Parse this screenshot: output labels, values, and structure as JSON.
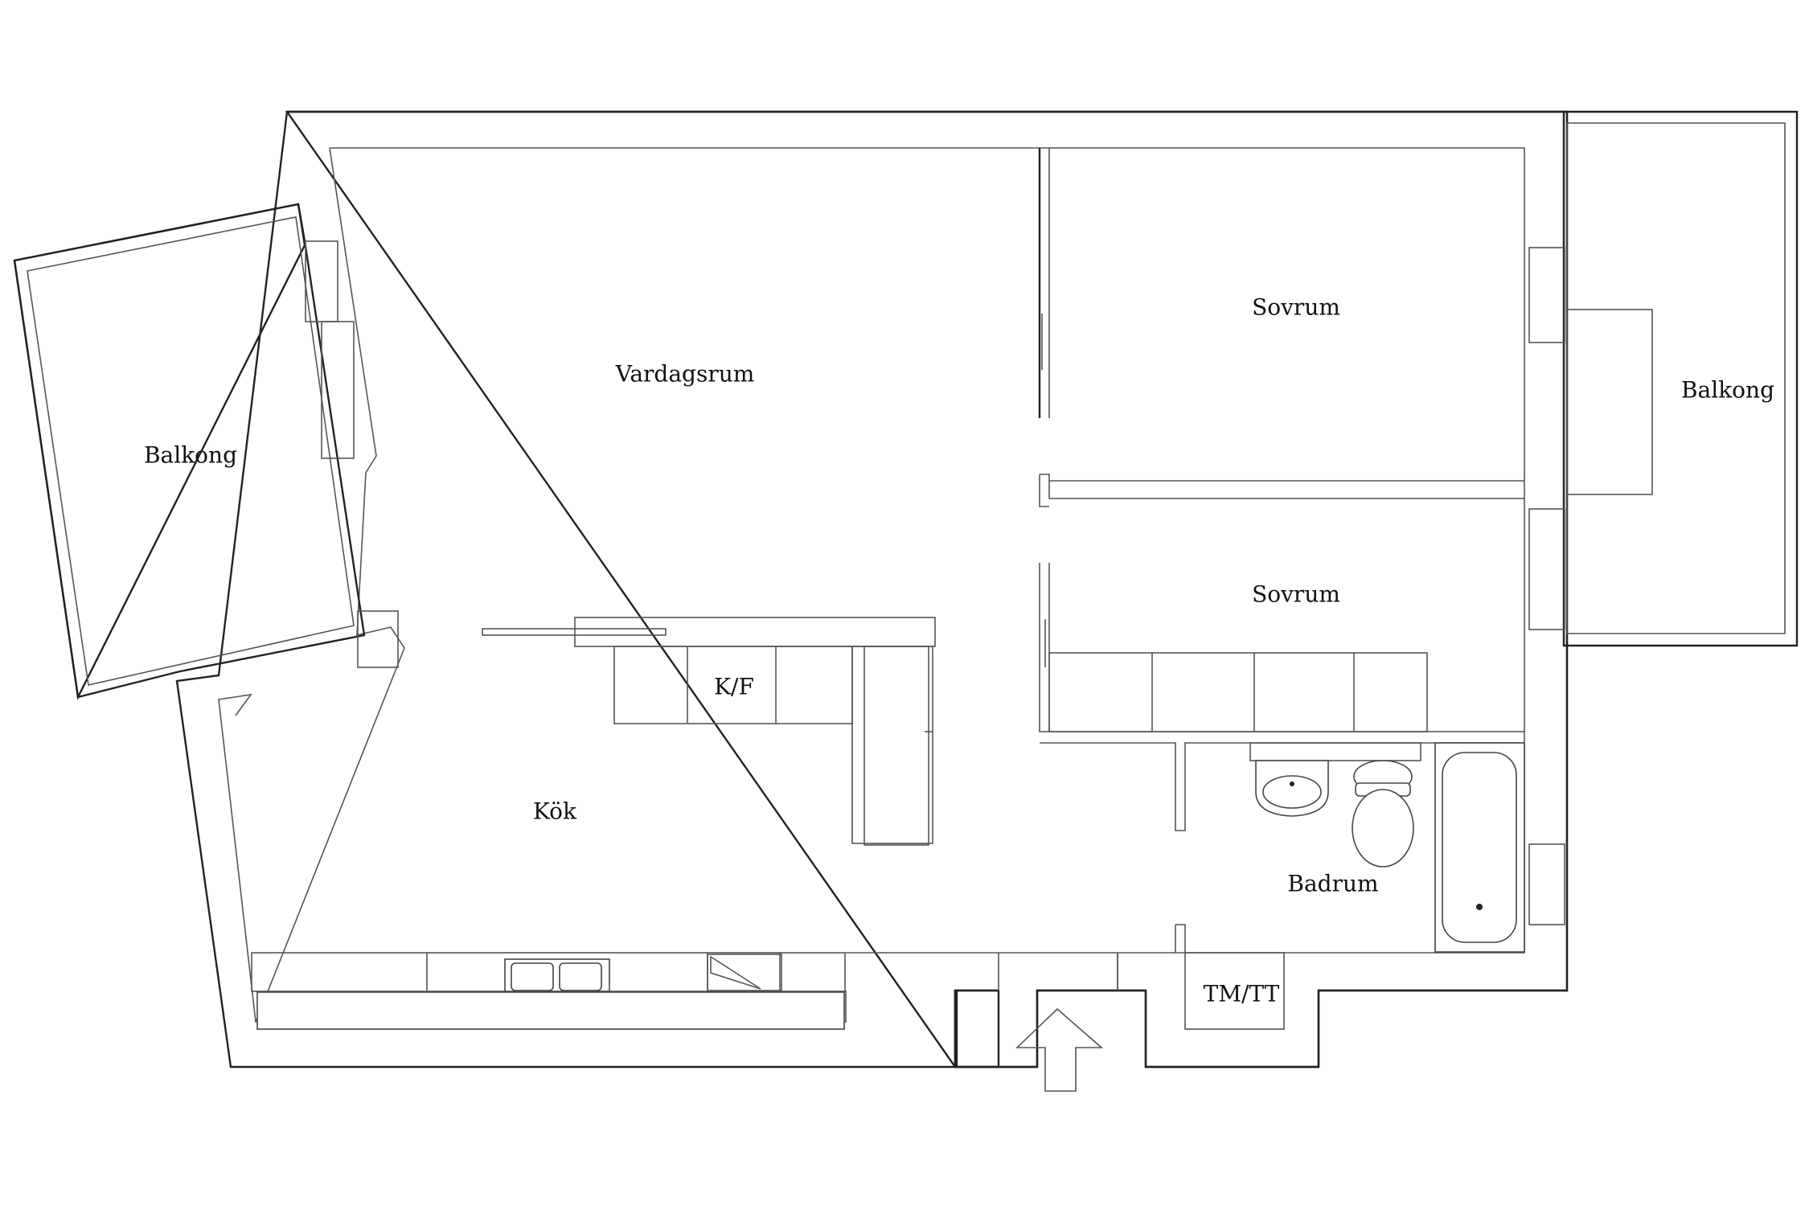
{
  "rooms": {
    "living_room": "Vardagsrum",
    "kitchen": "Kök",
    "fridge_freezer": "K/F",
    "bedroom_1": "Sovrum",
    "bedroom_2": "Sovrum",
    "bathroom": "Badrum",
    "laundry": "TM/TT",
    "balcony_left": "Balkong",
    "balcony_right": "Balkong"
  }
}
